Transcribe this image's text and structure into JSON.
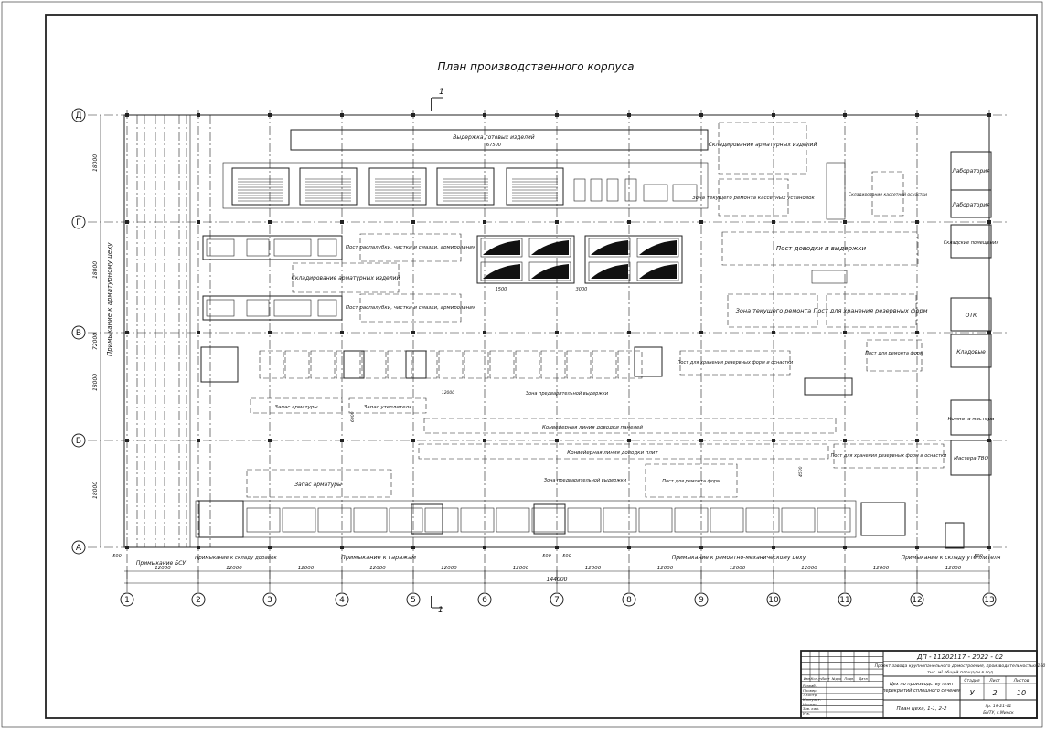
{
  "title": "План производственного корпуса",
  "section_mark": "1",
  "axes_letters": [
    "Д",
    "Г",
    "В",
    "Б",
    "А"
  ],
  "axes_numbers": [
    "1",
    "2",
    "3",
    "4",
    "5",
    "6",
    "7",
    "8",
    "9",
    "10",
    "11",
    "12",
    "13"
  ],
  "left_dims": [
    "18000",
    "18000",
    "72000",
    "18000",
    "18000"
  ],
  "bottom_dims": [
    "12000",
    "12000",
    "12000",
    "12000",
    "12000",
    "12000",
    "12000",
    "12000",
    "12000",
    "12000",
    "12000",
    "12000"
  ],
  "total_dim": "144000",
  "edge_dims": [
    "500",
    "500",
    "500",
    "500"
  ],
  "left_vertical_label": "Примыкание к арматурному цеху",
  "labels": {
    "top_storage": "Выдержка готовых изделий",
    "top_storage_dim": "67500",
    "rebar_storage_top": "Складирование арматурных изделий",
    "current_repair_cassette": "Зона текущего ремонта кассетных установок",
    "cassette_rebar": "Складирование кассетной оснастки",
    "lab1": "Лаборатория",
    "lab2": "Лаборатория",
    "tool_storage": "Складские помещения",
    "post_a": "Пост распалубки, чистки и смазки, армирования",
    "rebar_storage_mid": "Складирование арматурных изделий",
    "post_b": "Пост распалубки, чистки и смазки, армирования",
    "finish_post": "Пост доводки и выдержки",
    "current_repair": "Зона текущего ремонта",
    "reserve_forms": "Пост для хранения резервных форм",
    "otk": "ОТК",
    "storerooms": "Кладовые",
    "repair_post_right": "Пост для ремонта форм",
    "reserve_forms_mid": "Пост для хранения резервных форм и оснастки",
    "pre_hold_top": "Зона предварительной выдержки",
    "rebar_supply": "Запас арматуры",
    "insulation_supply": "Запас утеплителя",
    "panel_line": "Конвейерная линия доводки панелей",
    "slab_line": "Конвейерная линия доводки плит",
    "master_room": "Комната мастера",
    "master": "Мастера ТВО",
    "reserve_forms_low": "Пост для хранения резервных форм и оснастки",
    "rebar_supply_low": "Запас арматуры",
    "pre_hold_low": "Зона предварительной выдержки",
    "repair_post_low": "Пост для ремонта форм",
    "dim_1500": "1500",
    "dim_3000": "3000",
    "dim_12000": "12000",
    "dim_6000": "6000",
    "dim_4500": "4500"
  },
  "bottom_notes": {
    "bsu": "Примыкание БСУ",
    "warehouse": "Примыкание к складу добавок",
    "garage": "Примыкание к гаражам",
    "repair": "Примыкание к ремонтно-механическому цеху",
    "insulation": "Примыкание к складу утеплителя"
  },
  "title_block": {
    "doc_code": "ДП - 11202117 - 2022 - 02",
    "project": "Проект завода крупнопанельного домостроения, производительностью 160 тыс. м² общей площади в год",
    "sheet_title": "Цех по производству плит перекрытий сплошного сечения",
    "sheet_sub": "План цеха, 1-1, 2-2",
    "stage": "У",
    "sheet": "2",
    "sheets": "10",
    "head_stage": "Стадия",
    "head_sheet": "Лист",
    "head_sheets": "Листов",
    "org": "Гр. 19-21-01 БНТУ, г.Минск",
    "roles": [
      "Разраб.",
      "Провер.",
      "Т.контр.",
      "Консульт.",
      "Нконтр.",
      "Зав. каф.",
      "Утв."
    ],
    "names": [
      "",
      "",
      "",
      "",
      "",
      "",
      ""
    ],
    "head_cols": [
      "Изм.",
      "Кол.уч",
      "Лист",
      "№док",
      "Подп.",
      "Дата"
    ]
  }
}
